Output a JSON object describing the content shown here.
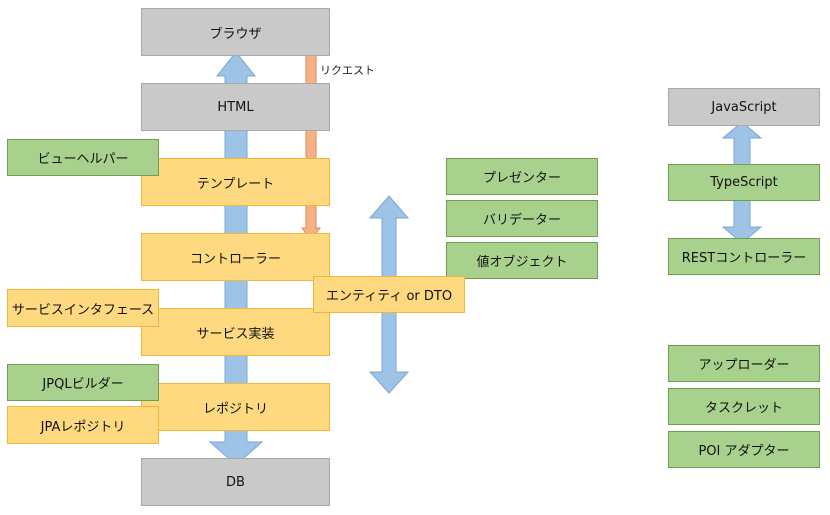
{
  "main_stack": {
    "browser": "ブラウザ",
    "html": "HTML",
    "template": "テンプレート",
    "controller": "コントローラー",
    "service_impl": "サービス実装",
    "repository": "レポジトリ",
    "db": "DB"
  },
  "request_arrow_label": "リクエスト",
  "side_labels": {
    "view_helper": "ビューヘルパー",
    "service_interface": "サービスインタフェース",
    "jpql_builder": "JPQLビルダー",
    "jpa_repository": "JPAレポジトリ"
  },
  "entity": "エンティティ or DTO",
  "middle_group": {
    "presenter": "プレゼンター",
    "validator": "バリデーター",
    "value_object": "値オブジェクト"
  },
  "right_stack": {
    "javascript": "JavaScript",
    "typescript": "TypeScript",
    "rest_controller": "RESTコントローラー"
  },
  "right_group": {
    "uploader": "アップローダー",
    "tasklet": "タスクレット",
    "poi_adapter": "POI アダプター"
  },
  "colors": {
    "gray": "#c9c9c9",
    "yellow": "#ffd980",
    "green": "#a9d18e",
    "blue_arrow": "#9dc3e6",
    "orange_arrow": "#f4b183"
  }
}
